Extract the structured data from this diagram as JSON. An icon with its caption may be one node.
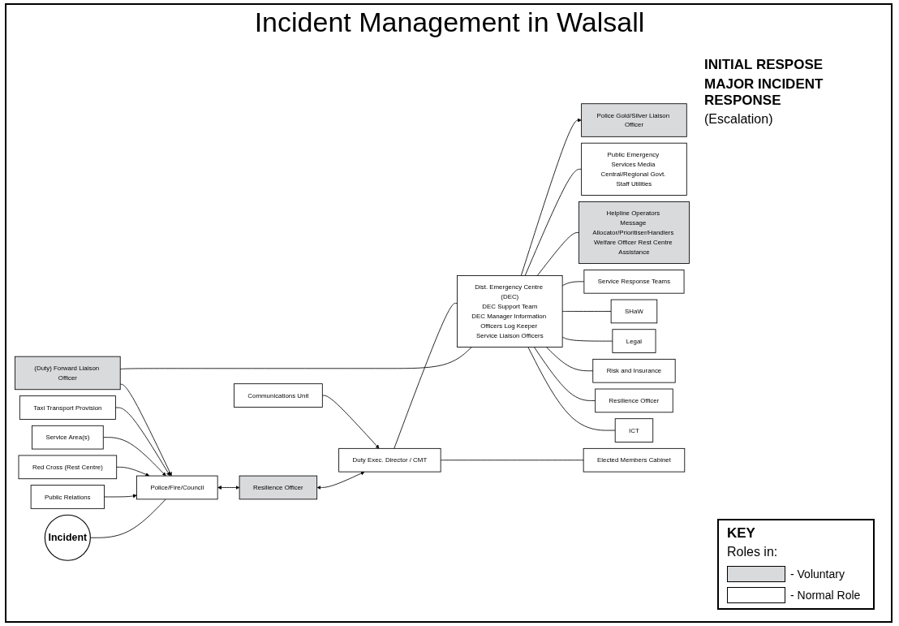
{
  "diagram": {
    "title": "Incident Management in Walsall",
    "nodes": [
      {
        "text": [
          "Incident"
        ]
      },
      {
        "text": [
          "Police/Fire/Council"
        ]
      },
      {
        "text": [
          "Resilience Officer"
        ]
      },
      {
        "text": [
          "Public Relations"
        ]
      },
      {
        "text": [
          "Red Cross (Rest Centre)"
        ]
      },
      {
        "text": [
          "Service Area(s)"
        ]
      },
      {
        "text": [
          "Taxi Transport Provision"
        ]
      },
      {
        "text": [
          "(Duty) Forward Liaison Officer"
        ]
      },
      {
        "text": [
          "Duty Exec. Director / CMT"
        ]
      },
      {
        "text": [
          "Communications Unit"
        ]
      },
      {
        "text": [
          "Elected Members Cabinet"
        ]
      },
      {
        "text": [
          "Dist. Emergency Centre (DEC)",
          "DEC Support Team",
          "DEC Manager Information Officers Log Keeper Service Liaison Officers"
        ]
      },
      {
        "text": [
          "Police Gold/Silver Liaison Officer"
        ]
      },
      {
        "text": [
          "Service Response Teams"
        ]
      },
      {
        "text": [
          "SHaW"
        ]
      },
      {
        "text": [
          "Legal"
        ]
      },
      {
        "text": [
          "Risk and Insurance"
        ]
      },
      {
        "text": [
          "Resilience Officer"
        ]
      },
      {
        "text": [
          "ICT"
        ]
      },
      {
        "text": [
          "Public Emergency Services Media Central/Regional Govt. Staff Utilities"
        ]
      },
      {
        "text": [
          "Helpline Operators Message Allocator/Prioritiser/Handlers Welfare Officer Rest Centre Assistance"
        ]
      }
    ],
    "edges": [
      {
        "from": 0,
        "to": 1,
        "arrow": "none"
      },
      {
        "from": 1,
        "to": 2,
        "arrow": "both"
      },
      {
        "from": 3,
        "to": 1,
        "arrow": "to"
      },
      {
        "from": 4,
        "to": 1,
        "arrow": "to"
      },
      {
        "from": 5,
        "to": 1,
        "arrow": "to"
      },
      {
        "from": 6,
        "to": 1,
        "arrow": "to"
      },
      {
        "from": 7,
        "to": 1,
        "arrow": "to"
      },
      {
        "from": 7,
        "to": 11,
        "arrow": "none"
      },
      {
        "from": 2,
        "to": 8,
        "arrow": "both"
      },
      {
        "from": 9,
        "to": 8,
        "arrow": "to"
      },
      {
        "from": 8,
        "to": 11,
        "arrow": "none"
      },
      {
        "from": 8,
        "to": 10,
        "arrow": "none"
      },
      {
        "from": 11,
        "to": 12,
        "arrow": "to"
      },
      {
        "from": 11,
        "to": 19,
        "arrow": "none"
      },
      {
        "from": 11,
        "to": 20,
        "arrow": "none"
      },
      {
        "from": 11,
        "to": 13,
        "arrow": "none"
      },
      {
        "from": 11,
        "to": 14,
        "arrow": "none"
      },
      {
        "from": 11,
        "to": 15,
        "arrow": "none"
      },
      {
        "from": 11,
        "to": 16,
        "arrow": "none"
      },
      {
        "from": 11,
        "to": 17,
        "arrow": "none"
      },
      {
        "from": 11,
        "to": 18,
        "arrow": "none"
      }
    ],
    "labels": [
      "INITIAL RESPOSE",
      "MAJOR INCIDENT RESPONSE",
      "(Escalation)",
      "KEY",
      "Roles in:"
    ],
    "legend": [
      {
        "text": "- Voluntary",
        "color": "#d9dadc"
      },
      {
        "text": "- Normal Role",
        "color": "#ffffff"
      }
    ]
  }
}
